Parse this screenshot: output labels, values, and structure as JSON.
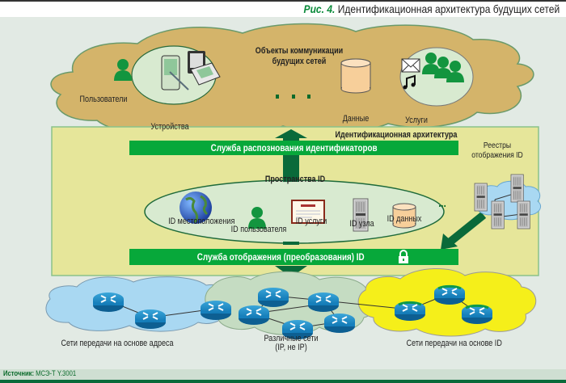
{
  "figure": {
    "number": "Рис. 4.",
    "title": "Идентификационная архитектура будущих сетей"
  },
  "top_cloud": {
    "title_line1": "Объекты коммуникации",
    "title_line2": "будущих сетей",
    "ellipsis": "■ ■ ■",
    "items": [
      {
        "label": "Пользователи",
        "icon": "user-icon"
      },
      {
        "label": "Устройства",
        "icon": "devices-icon"
      },
      {
        "label": "Данные",
        "icon": "database-icon"
      },
      {
        "label": "Услуги",
        "icon": "services-icon"
      }
    ]
  },
  "architecture": {
    "title": "Идентификационная архитектура",
    "recognition_service": "Служба распознования идентификаторов",
    "mapping_service": "Служба отображения (преобразования) ID",
    "registries_line1": "Реестры",
    "registries_line2": "отображения ID",
    "id_spaces": {
      "title": "Пространства ID",
      "ellipsis": "...",
      "items": [
        {
          "label": "ID местоположения",
          "icon": "globe-icon"
        },
        {
          "label": "ID пользователя",
          "icon": "user-icon"
        },
        {
          "label": "ID услуги",
          "icon": "certificate-icon"
        },
        {
          "label": "ID узла",
          "icon": "server-icon"
        },
        {
          "label": "ID данных",
          "icon": "database-icon"
        }
      ]
    }
  },
  "networks": [
    {
      "label": "Сети передачи на основе адреса",
      "color": "#a9d8f2"
    },
    {
      "label_line1": "Различные сети",
      "label_line2": "(IP, не IP)",
      "color": "#c5dcc2"
    },
    {
      "label": "Сети передачи на основе ID",
      "color": "#f5ef1a"
    }
  ],
  "colors": {
    "accent_green": "#07a83a",
    "dark_green": "#0a6a3a",
    "top_cloud": "#d4b46a",
    "arch_panel": "#e6e69a",
    "id_ellipse": "#d8ead0"
  },
  "source": {
    "label": "Источник:",
    "value": "МСЭ-Т Y.3001"
  }
}
